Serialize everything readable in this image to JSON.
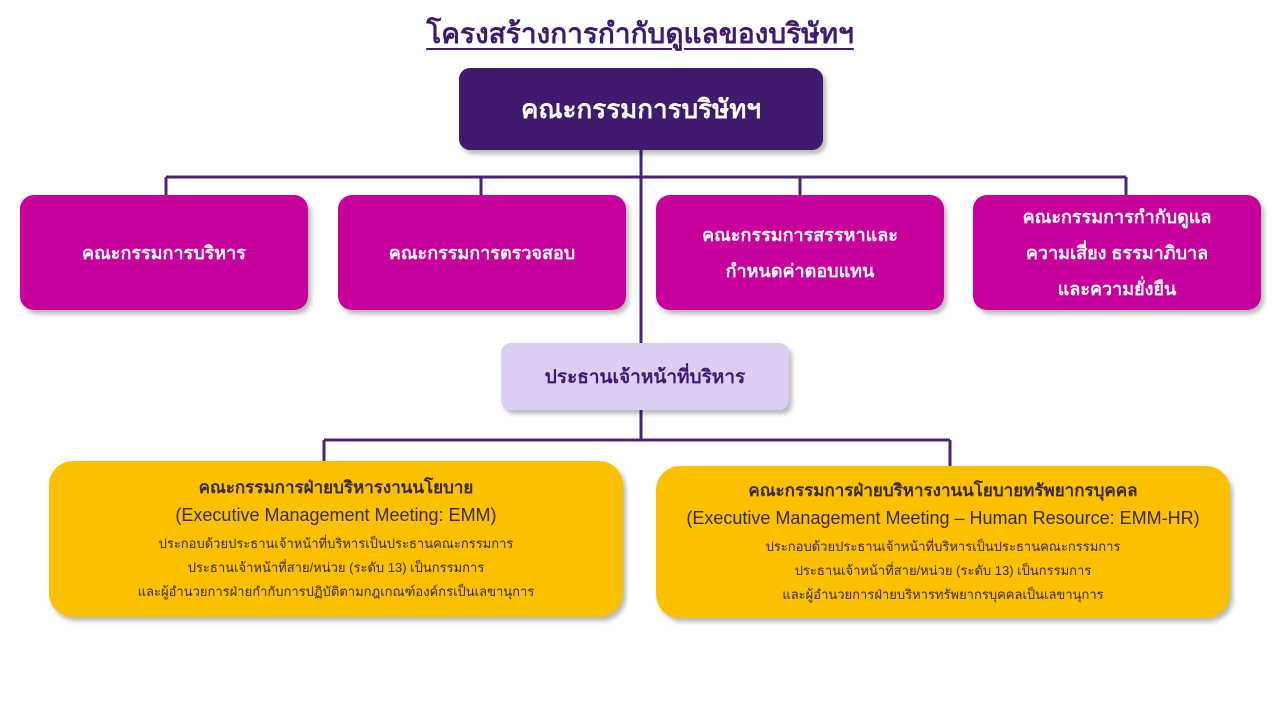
{
  "title": "โครงสร้างการกำกับดูแลของบริษัทฯ",
  "board": {
    "label": "คณะกรรมการบริษัทฯ"
  },
  "committees": [
    {
      "lines": [
        "คณะกรรมการบริหาร"
      ]
    },
    {
      "lines": [
        "คณะกรรมการตรวจสอบ"
      ]
    },
    {
      "lines": [
        "คณะกรรมการสรรหาและ",
        "กำหนดค่าตอบแทน"
      ]
    },
    {
      "lines": [
        "คณะกรรมการกำกับดูแล",
        "ความเสี่ยง ธรรมาภิบาล",
        "และความยั่งยืน"
      ]
    }
  ],
  "ceo": {
    "label": "ประธานเจ้าหน้าที่บริหาร"
  },
  "management_committees": [
    {
      "name": "คณะกรรมการฝ่ายบริหารงานนโยบาย",
      "english": "(Executive Management Meeting: EMM)",
      "details": [
        "ประกอบด้วยประธานเจ้าหน้าที่บริหารเป็นประธานคณะกรรมการ",
        "ประธานเจ้าหน้าที่สาย/หน่วย (ระดับ 13) เป็นกรรมการ",
        "และผู้อำนวยการฝ่ายกำกับการปฏิบัติตามกฎเกณฑ์องค์กรเป็นเลขานุการ"
      ]
    },
    {
      "name": "คณะกรรมการฝ่ายบริหารงานนโยบายทรัพยากรบุคคล",
      "english": "(Executive Management Meeting – Human Resource: EMM-HR)",
      "details": [
        "ประกอบด้วยประธานเจ้าหน้าที่บริหารเป็นประธานคณะกรรมการ",
        "ประธานเจ้าหน้าที่สาย/หน่วย (ระดับ 13) เป็นกรรมการ",
        "และผู้อำนวยการฝ่ายบริหารทรัพยากรบุคคลเป็นเลขานุการ"
      ]
    }
  ],
  "colors": {
    "title": "#3f1a73",
    "board": "#3f1a6e",
    "committee": "#c7009c",
    "ceo": "#dccdf2",
    "management": "#fbc100",
    "connector": "#4b2373"
  }
}
